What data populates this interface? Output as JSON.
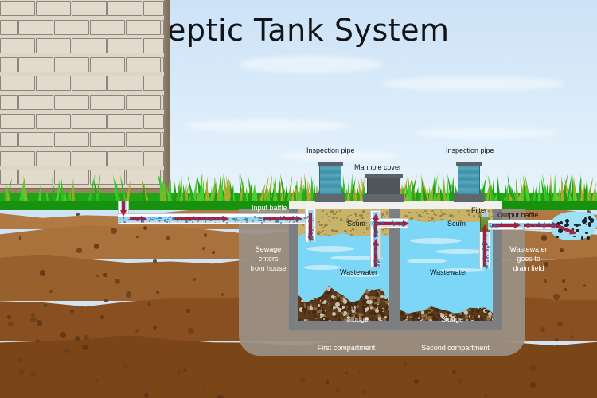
{
  "title": "Septic Tank System",
  "palette": {
    "sky": "#d4e7f8",
    "grass": "#1fa317",
    "soil_top": "#a9713c",
    "soil_mid": "#8a4f20",
    "soil_dark": "#7a4517",
    "tank_concrete": "#7c7f82",
    "water": "#7bd7f5",
    "scum": "#c7b36a",
    "sludge": "#5a3a1c",
    "pipe": "#8ed6f2",
    "arrow": "#a81f3e",
    "filter": "#6b8a33",
    "backfill": "#9a9084",
    "brick": "#e2dacd",
    "manhole": "#4e565c",
    "inspection_pipe": "#3f8fa8"
  },
  "labels": {
    "inspection_pipe_left": "Inspection pipe",
    "inspection_pipe_right": "Inspection pipe",
    "manhole_cover": "Manhole cover",
    "input_baffle": "Input baffle",
    "sewage_enters": "Sewage\nenters\nfrom house",
    "sewage_enters_l1": "Sewage",
    "sewage_enters_l2": "enters",
    "sewage_enters_l3": "from house",
    "scum_first": "Scum",
    "scum_second": "Scum",
    "wastewater_first": "Wastewater",
    "wastewater_second": "Wastewater",
    "sludge_first": "Sludge",
    "sludge_second": "Sludge",
    "filter": "Filter",
    "output_baffle": "Output baffle",
    "drain_field_l1": "Wastewater",
    "drain_field_l2": "goes to",
    "drain_field_l3": "drain field",
    "first_compartment": "First compartment",
    "second_compartment": "Second compartment"
  },
  "icons": {
    "flow_arrow_right": "flow-arrow-right-icon",
    "flow_arrow_left": "flow-arrow-left-icon",
    "flow_arrow_up": "flow-arrow-up-icon",
    "flow_arrow_down": "flow-arrow-down-icon"
  },
  "diagram": {
    "type": "cross-section-illustration",
    "subject": "residential septic tank with two compartments",
    "flow_sequence": [
      "Sewage enters from house",
      "Input baffle",
      "First compartment",
      "Second compartment",
      "Filter",
      "Output baffle",
      "Wastewater goes to drain field"
    ],
    "layers_in_tank": [
      "Scum",
      "Wastewater",
      "Sludge"
    ],
    "surface_fixtures": [
      "Inspection pipe",
      "Manhole cover",
      "Inspection pipe"
    ]
  }
}
